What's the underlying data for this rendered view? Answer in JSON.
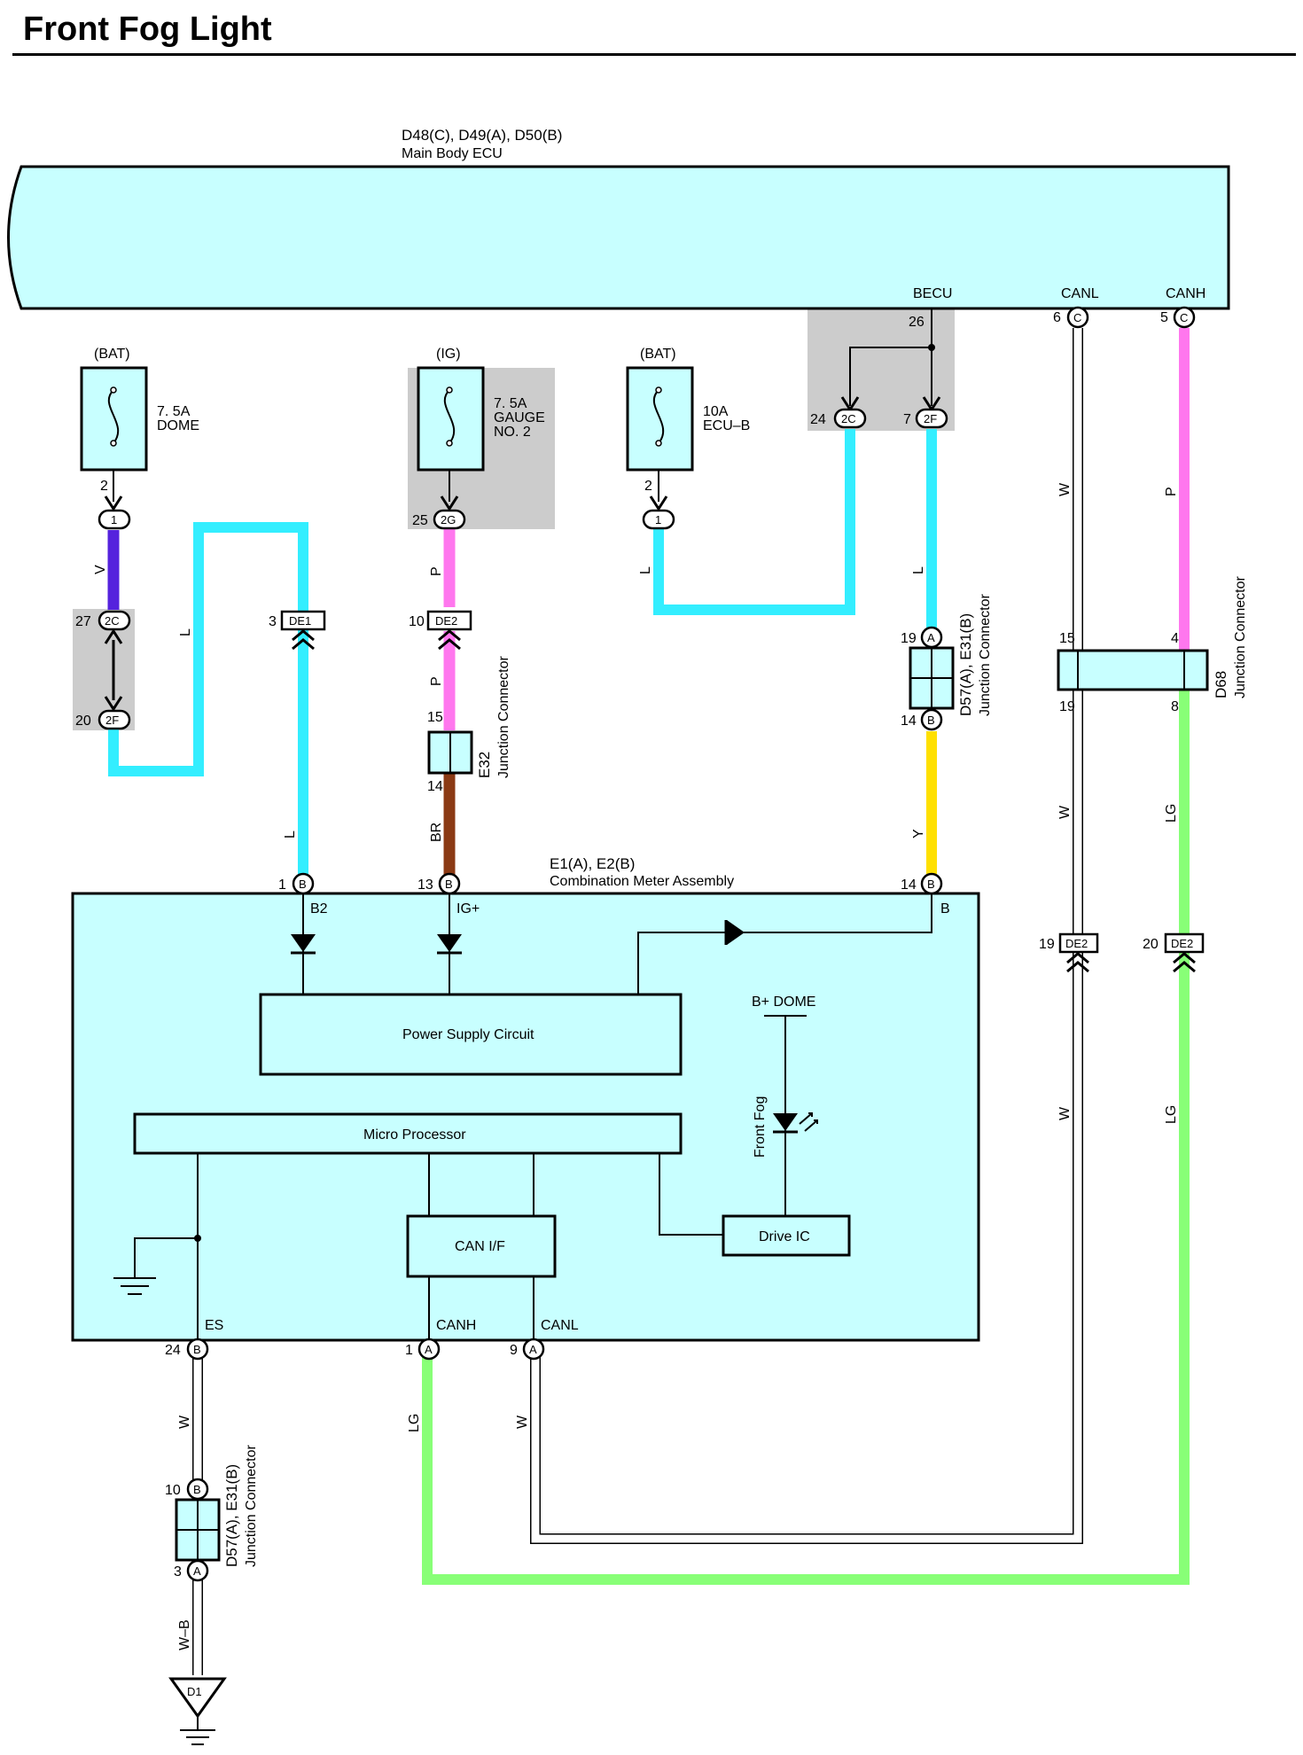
{
  "title": "Front Fog Light",
  "colors": {
    "box_fill": "#c8ffff",
    "wire_L": "#33eeff",
    "wire_P": "#ff77ee",
    "wire_V": "#5522dd",
    "wire_BR": "#8b3a14",
    "wire_Y": "#ffe000",
    "wire_LG": "#88ff77",
    "wire_W": "#ffffff",
    "shade": "#cccccc"
  },
  "main_body_ecu": {
    "code": "D48(C), D49(A), D50(B)",
    "name": "Main Body ECU",
    "terminals": {
      "becu": "BECU",
      "becu_pin": "26",
      "canl": "CANL",
      "canl_pin": "6",
      "canl_conn": "C",
      "canh": "CANH",
      "canh_pin": "5",
      "canh_conn": "C"
    }
  },
  "fuses": [
    {
      "supply": "(BAT)",
      "rating": "7. 5A",
      "name": "DOME",
      "pin": "2",
      "conn": "1"
    },
    {
      "supply": "(IG)",
      "rating": "7. 5A",
      "name": "GAUGE",
      "name2": "NO. 2",
      "pin": "25",
      "conn": "2G"
    },
    {
      "supply": "(BAT)",
      "rating": "10A",
      "name": "ECU–B",
      "pin": "2",
      "conn": "1"
    }
  ],
  "connectors": {
    "c2C_left": {
      "pin": "27",
      "label": "2C"
    },
    "c2F_left": {
      "pin": "20",
      "label": "2F"
    },
    "de1": {
      "pin": "3",
      "label": "DE1"
    },
    "de2_ig": {
      "pin": "10",
      "label": "DE2"
    },
    "c2C_right": {
      "pin": "24",
      "label": "2C"
    },
    "c2F_right": {
      "pin": "7",
      "label": "2F"
    },
    "de2_canl": {
      "pin": "19",
      "label": "DE2"
    },
    "de2_canh": {
      "pin": "20",
      "label": "DE2"
    },
    "d1": {
      "label": "D1"
    }
  },
  "wire_labels": {
    "v": "V",
    "l": "L",
    "p": "P",
    "br": "BR",
    "y": "Y",
    "w": "W",
    "lg": "LG",
    "wb": "W–B"
  },
  "e32": {
    "code": "E32",
    "name": "Junction Connector",
    "pin_top": "15",
    "pin_bottom": "14"
  },
  "jc_top": {
    "code": "D57(A), E31(B)",
    "name": "Junction Connector",
    "pin_top": "19",
    "conn_top": "A",
    "pin_bottom": "14",
    "conn_bottom": "B"
  },
  "jc_bottom": {
    "code": "D57(A), E31(B)",
    "name": "Junction Connector",
    "pin_top": "10",
    "conn_top": "B",
    "pin_bottom": "3",
    "conn_bottom": "A"
  },
  "d68": {
    "code": "D68",
    "name": "Junction Connector",
    "pin_tl": "15",
    "pin_bl": "19",
    "pin_tr": "4",
    "pin_br": "8"
  },
  "combination_meter": {
    "code": "E1(A), E2(B)",
    "name": "Combination Meter Assembly",
    "terminals": {
      "b2": "B2",
      "b2_pin": "1",
      "b2_conn": "B",
      "ig": "IG+",
      "ig_pin": "13",
      "ig_conn": "B",
      "b": "B",
      "b_pin": "14",
      "b_conn": "B",
      "es": "ES",
      "es_pin": "24",
      "es_conn": "B",
      "canh": "CANH",
      "canh_pin": "1",
      "canh_conn": "A",
      "canl": "CANL",
      "canl_pin": "9",
      "canl_conn": "A"
    },
    "power_supply": "Power Supply Circuit",
    "micro": "Micro Processor",
    "can_if": "CAN I/F",
    "drive_ic": "Drive IC",
    "b_dome": "B+ DOME",
    "front_fog": "Front Fog"
  }
}
